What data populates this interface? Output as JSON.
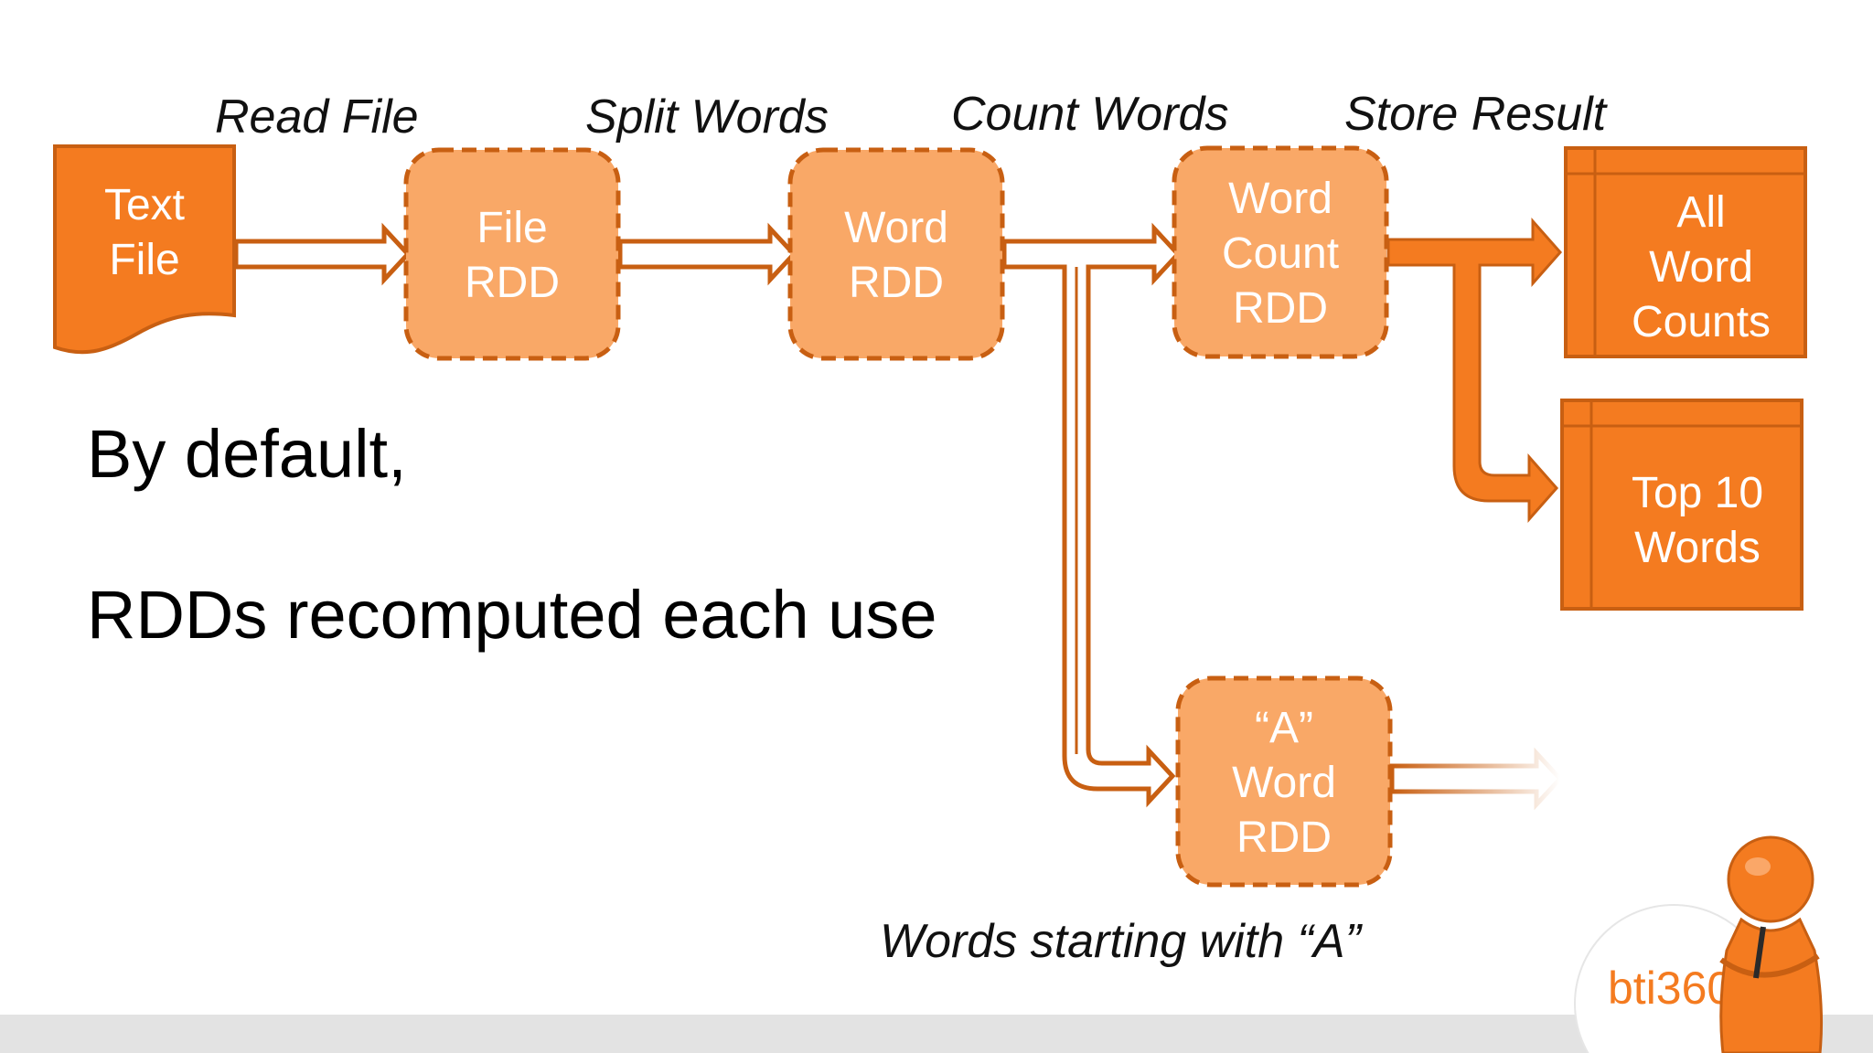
{
  "steps": {
    "read_file": "Read File",
    "split_words": "Split Words",
    "count_words": "Count Words",
    "store_result": "Store Result"
  },
  "nodes": {
    "text_file": [
      "Text",
      "File"
    ],
    "file_rdd": [
      "File",
      "RDD"
    ],
    "word_rdd": [
      "Word",
      "RDD"
    ],
    "word_count_rdd": [
      "Word",
      "Count",
      "RDD"
    ],
    "all_word_counts": [
      "All",
      "Word",
      "Counts"
    ],
    "top_10_words": [
      "Top 10",
      "Words"
    ],
    "a_word_rdd": [
      "“A”",
      "Word",
      "RDD"
    ]
  },
  "notes": {
    "line1": "By default,",
    "line2": "RDDs recomputed each use"
  },
  "footnote": "Words starting with “A”",
  "logo": {
    "text": "bti360"
  },
  "colors": {
    "dark_orange": "#F47B20",
    "light_orange": "#F9A867",
    "stroke_orange": "#C85F12",
    "footer_bar": "#E3E3E3"
  }
}
